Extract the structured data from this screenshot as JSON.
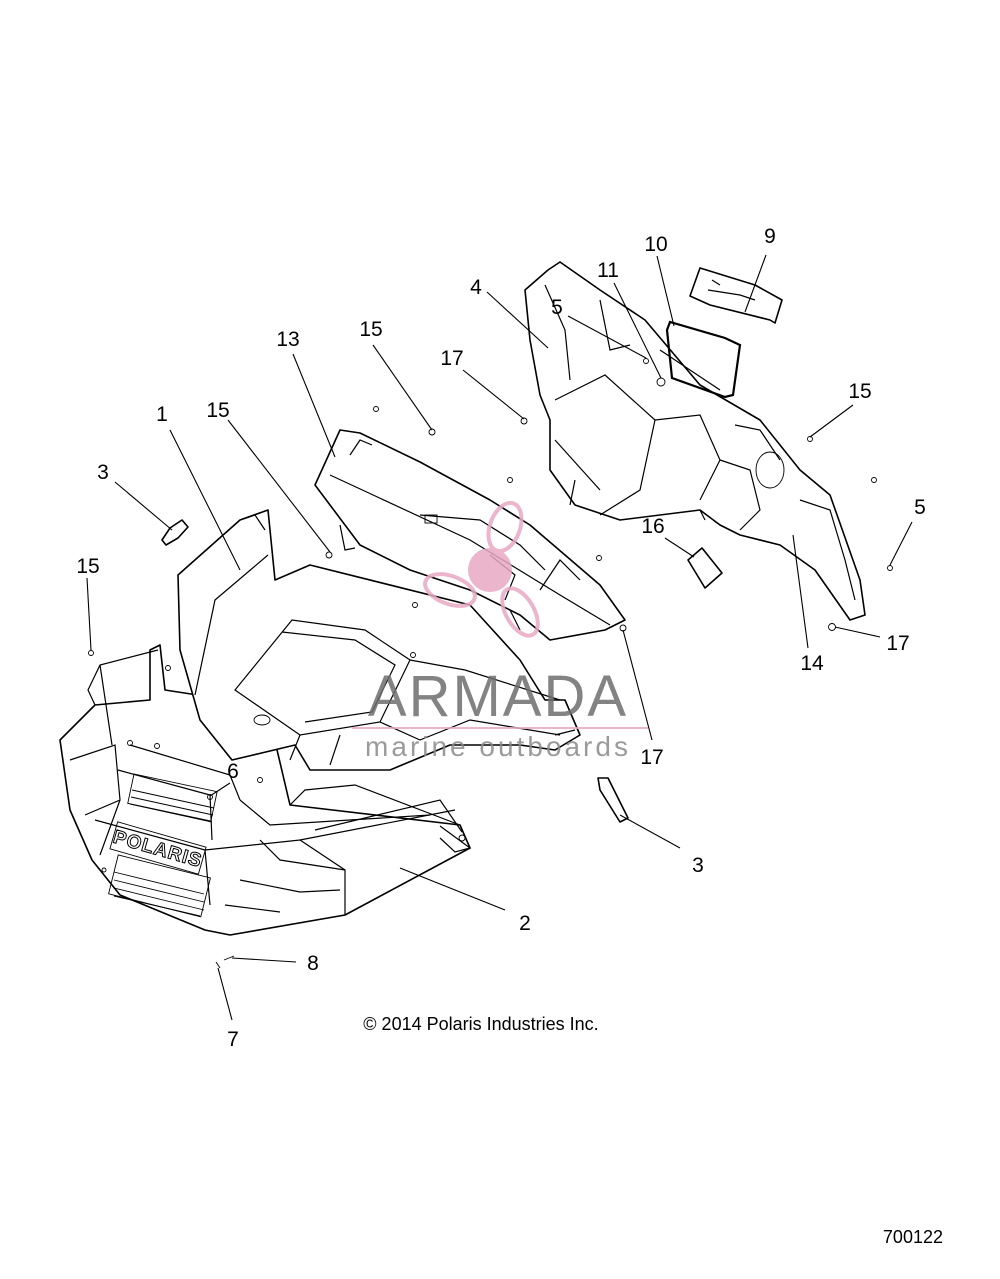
{
  "callouts": [
    {
      "id": "c1",
      "label": "1"
    },
    {
      "id": "c2",
      "label": "2"
    },
    {
      "id": "c3a",
      "label": "3"
    },
    {
      "id": "c3b",
      "label": "3"
    },
    {
      "id": "c4",
      "label": "4"
    },
    {
      "id": "c5a",
      "label": "5"
    },
    {
      "id": "c5b",
      "label": "5"
    },
    {
      "id": "c6",
      "label": "6"
    },
    {
      "id": "c7",
      "label": "7"
    },
    {
      "id": "c8",
      "label": "8"
    },
    {
      "id": "c9",
      "label": "9"
    },
    {
      "id": "c10",
      "label": "10"
    },
    {
      "id": "c11",
      "label": "11"
    },
    {
      "id": "c13",
      "label": "13"
    },
    {
      "id": "c14",
      "label": "14"
    },
    {
      "id": "c15a",
      "label": "15"
    },
    {
      "id": "c15b",
      "label": "15"
    },
    {
      "id": "c15c",
      "label": "15"
    },
    {
      "id": "c15d",
      "label": "15"
    },
    {
      "id": "c16",
      "label": "16"
    },
    {
      "id": "c17a",
      "label": "17"
    },
    {
      "id": "c17b",
      "label": "17"
    },
    {
      "id": "c17c",
      "label": "17"
    }
  ],
  "grille_badge": "POLARIS",
  "watermark": {
    "title": "ARMADA",
    "subtitle": "marine outboards",
    "accent_color": "#e8a9c4"
  },
  "copyright": "© 2014 Polaris Industries Inc.",
  "figure_number": "700122"
}
